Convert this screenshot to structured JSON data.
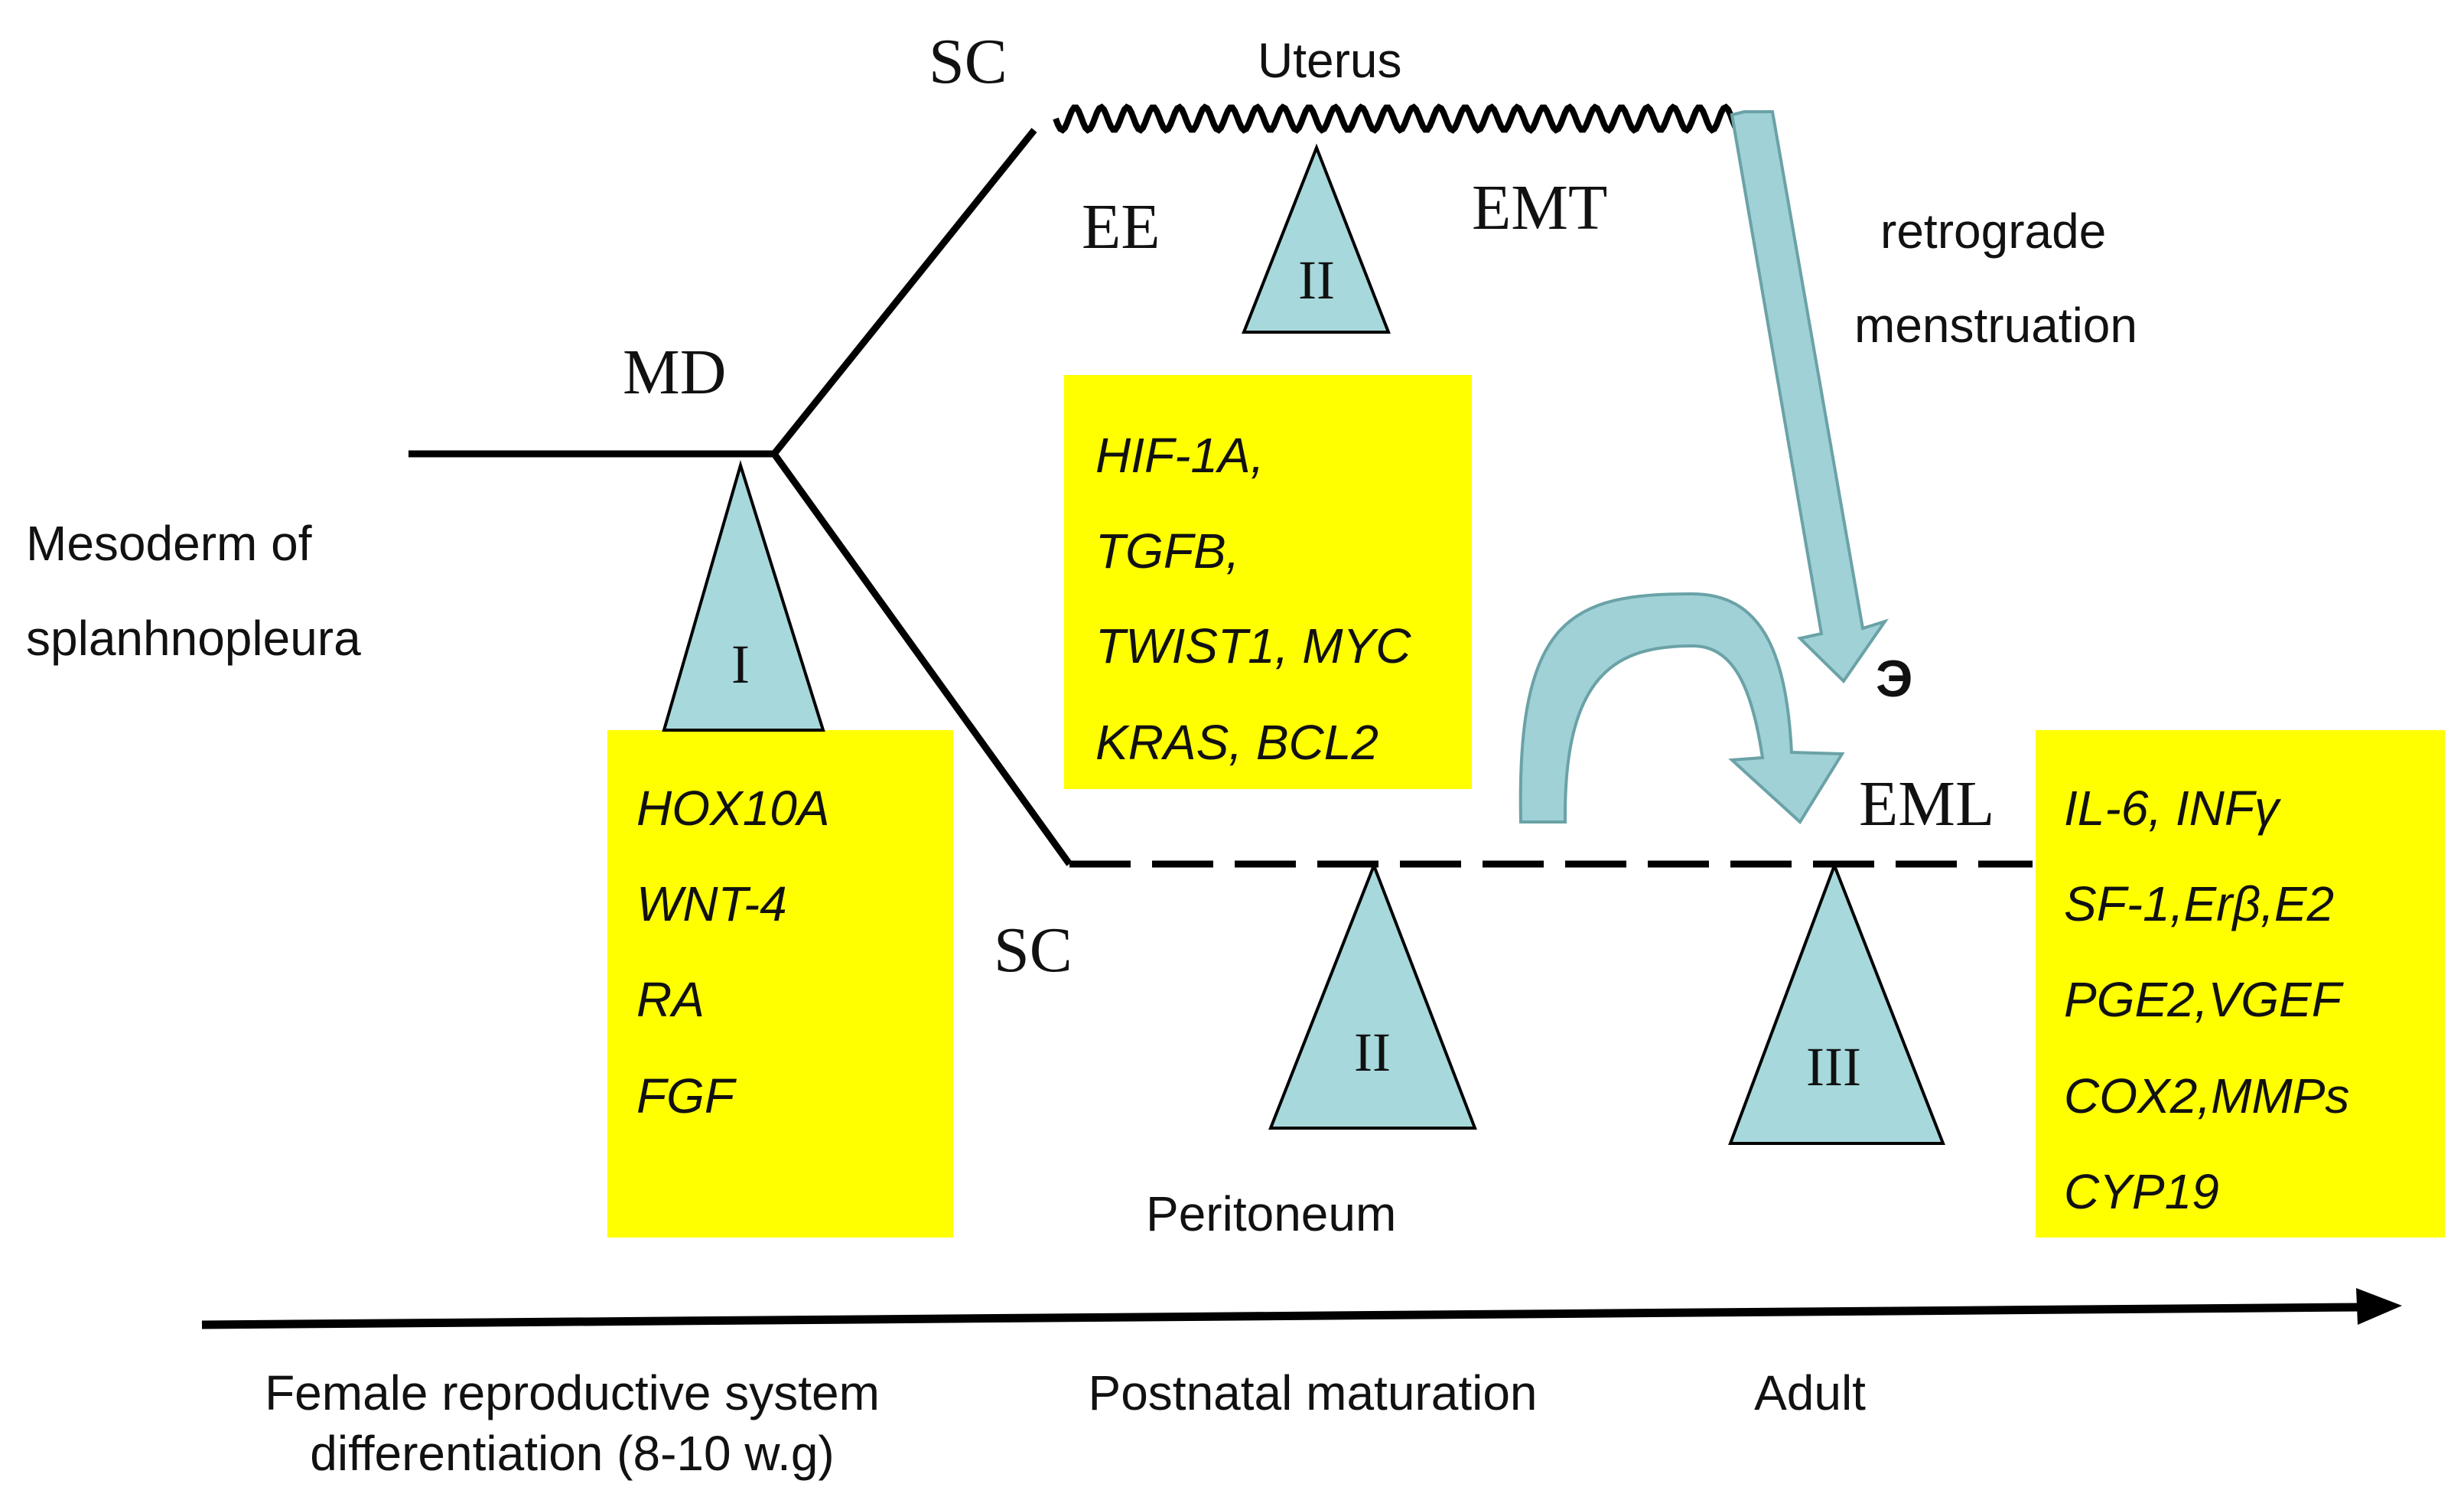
{
  "labels": {
    "mesoderm_line1": "Mesoderm of",
    "mesoderm_line2": "splanhnopleura",
    "md": "MD",
    "sc_top": "SC",
    "sc_bottom": "SC",
    "uterus": "Uterus",
    "ee": "EE",
    "emt": "EMT",
    "retro_line1": "retrograde",
    "retro_line2": "menstruation",
    "e_symbol": "Э",
    "eml": "EML",
    "peritoneum": "Peritoneum"
  },
  "stages": {
    "one": "I",
    "two": "II",
    "two_top": "II",
    "three": "III"
  },
  "gene_boxes": {
    "box1": [
      "HOX10A",
      "WNT-4",
      "RA",
      "FGF"
    ],
    "box2": [
      "HIF-1A,",
      "TGFB,",
      "TWIST1, MYC",
      "KRAS, BCL2"
    ],
    "box3": [
      "IL-6, INFγ",
      "SF-1,Erβ,E2",
      "PGE2,VGEF",
      "COX2,MMPs",
      "CYP19"
    ]
  },
  "timeline": {
    "stage1_line1": "Female reproductive system",
    "stage1_line2": "differentiation (8-10 w.g)",
    "stage2": "Postnatal maturation",
    "stage3": "Adult"
  },
  "colors": {
    "box_fill": "#ffff00",
    "triangle_fill": "#a6d8dc",
    "arrow_fill": "#9fd1d6",
    "line": "#000000"
  }
}
